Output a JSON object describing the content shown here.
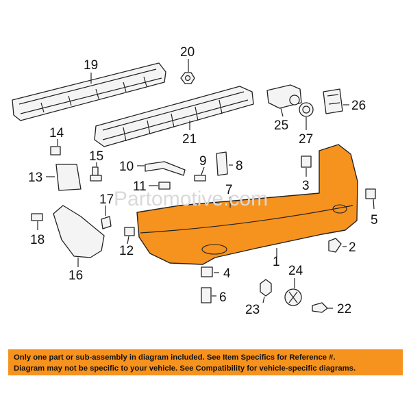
{
  "watermark": "Partomotive.com",
  "colors": {
    "bumper": "#f6921e",
    "banner": "#f6921e"
  },
  "callouts": [
    "1",
    "2",
    "3",
    "4",
    "5",
    "6",
    "7",
    "8",
    "9",
    "10",
    "11",
    "12",
    "13",
    "14",
    "15",
    "16",
    "17",
    "18",
    "19",
    "20",
    "21",
    "22",
    "23",
    "24",
    "25",
    "26",
    "27"
  ],
  "disclaimer": {
    "line1": "Only one part or sub-assembly in diagram included. See Item Specifics for Reference #.",
    "line2": "Diagram may not be specific to your vehicle. See Compatibility for vehicle-specific diagrams."
  }
}
